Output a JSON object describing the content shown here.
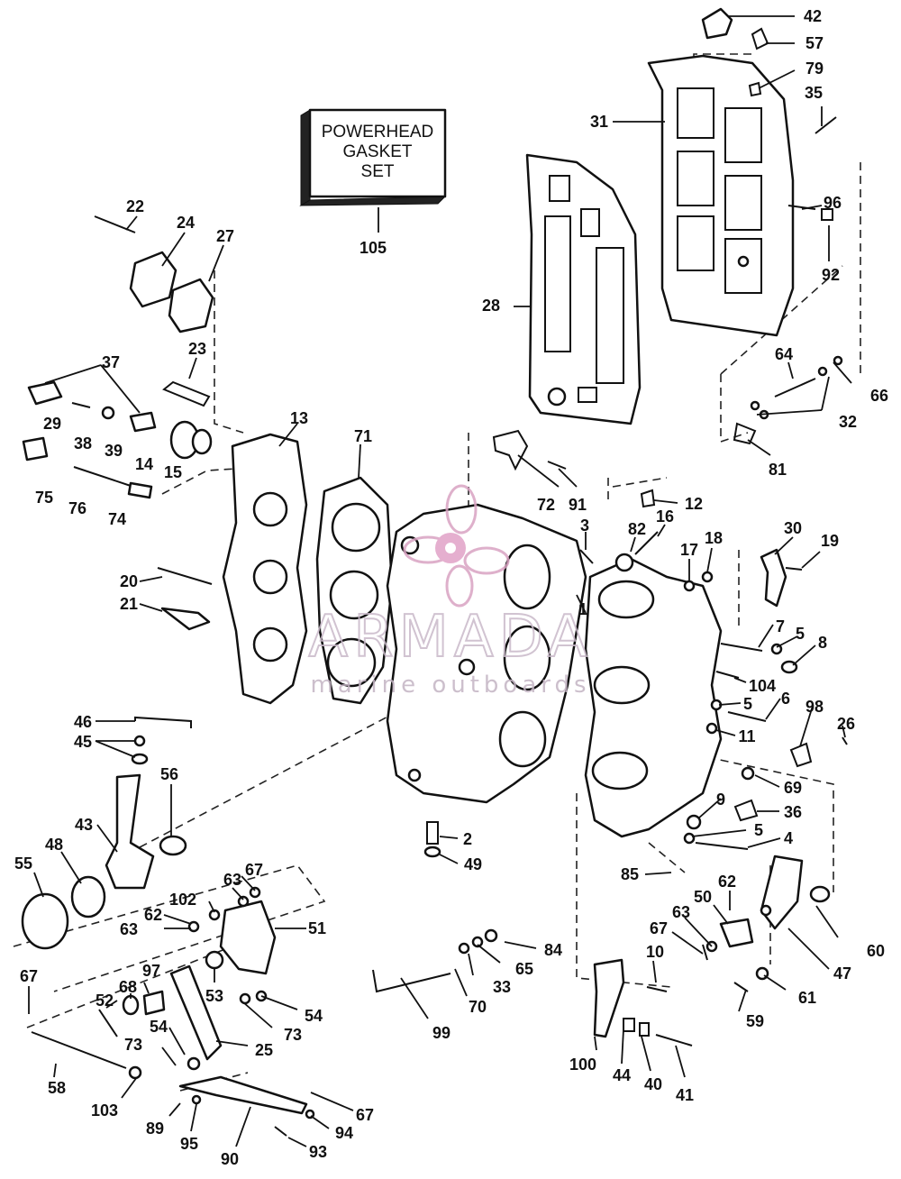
{
  "box": {
    "line1": "POWERHEAD",
    "line2": "GASKET",
    "line3": "SET"
  },
  "watermark": {
    "brand": "ARMADA",
    "tagline": "marine outboards",
    "color": "#d9a3c2"
  },
  "callouts": [
    {
      "id": "c1",
      "label": "1"
    },
    {
      "id": "c2",
      "label": "2"
    },
    {
      "id": "c3",
      "label": "3"
    },
    {
      "id": "c4",
      "label": "4"
    },
    {
      "id": "c5a",
      "label": "5"
    },
    {
      "id": "c5b",
      "label": "5"
    },
    {
      "id": "c5c",
      "label": "5"
    },
    {
      "id": "c6",
      "label": "6"
    },
    {
      "id": "c7",
      "label": "7"
    },
    {
      "id": "c8",
      "label": "8"
    },
    {
      "id": "c9",
      "label": "9"
    },
    {
      "id": "c10",
      "label": "10"
    },
    {
      "id": "c11",
      "label": "11"
    },
    {
      "id": "c12",
      "label": "12"
    },
    {
      "id": "c13",
      "label": "13"
    },
    {
      "id": "c14",
      "label": "14"
    },
    {
      "id": "c15",
      "label": "15"
    },
    {
      "id": "c16",
      "label": "16"
    },
    {
      "id": "c17",
      "label": "17"
    },
    {
      "id": "c18",
      "label": "18"
    },
    {
      "id": "c19",
      "label": "19"
    },
    {
      "id": "c20",
      "label": "20"
    },
    {
      "id": "c21",
      "label": "21"
    },
    {
      "id": "c22",
      "label": "22"
    },
    {
      "id": "c23",
      "label": "23"
    },
    {
      "id": "c24",
      "label": "24"
    },
    {
      "id": "c25",
      "label": "25"
    },
    {
      "id": "c26",
      "label": "26"
    },
    {
      "id": "c27",
      "label": "27"
    },
    {
      "id": "c28",
      "label": "28"
    },
    {
      "id": "c29",
      "label": "29"
    },
    {
      "id": "c30",
      "label": "30"
    },
    {
      "id": "c31",
      "label": "31"
    },
    {
      "id": "c32",
      "label": "32"
    },
    {
      "id": "c33",
      "label": "33"
    },
    {
      "id": "c35",
      "label": "35"
    },
    {
      "id": "c36",
      "label": "36"
    },
    {
      "id": "c37",
      "label": "37"
    },
    {
      "id": "c38",
      "label": "38"
    },
    {
      "id": "c39",
      "label": "39"
    },
    {
      "id": "c40",
      "label": "40"
    },
    {
      "id": "c41",
      "label": "41"
    },
    {
      "id": "c42",
      "label": "42"
    },
    {
      "id": "c43",
      "label": "43"
    },
    {
      "id": "c44",
      "label": "44"
    },
    {
      "id": "c45",
      "label": "45"
    },
    {
      "id": "c46",
      "label": "46"
    },
    {
      "id": "c47",
      "label": "47"
    },
    {
      "id": "c48",
      "label": "48"
    },
    {
      "id": "c49",
      "label": "49"
    },
    {
      "id": "c50",
      "label": "50"
    },
    {
      "id": "c51",
      "label": "51"
    },
    {
      "id": "c52",
      "label": "52"
    },
    {
      "id": "c53",
      "label": "53"
    },
    {
      "id": "c54a",
      "label": "54"
    },
    {
      "id": "c54b",
      "label": "54"
    },
    {
      "id": "c55",
      "label": "55"
    },
    {
      "id": "c56",
      "label": "56"
    },
    {
      "id": "c57",
      "label": "57"
    },
    {
      "id": "c58",
      "label": "58"
    },
    {
      "id": "c59",
      "label": "59"
    },
    {
      "id": "c60",
      "label": "60"
    },
    {
      "id": "c61",
      "label": "61"
    },
    {
      "id": "c62a",
      "label": "62"
    },
    {
      "id": "c62b",
      "label": "62"
    },
    {
      "id": "c63a",
      "label": "63"
    },
    {
      "id": "c63b",
      "label": "63"
    },
    {
      "id": "c63c",
      "label": "63"
    },
    {
      "id": "c64",
      "label": "64"
    },
    {
      "id": "c65",
      "label": "65"
    },
    {
      "id": "c66",
      "label": "66"
    },
    {
      "id": "c67a",
      "label": "67"
    },
    {
      "id": "c67b",
      "label": "67"
    },
    {
      "id": "c67c",
      "label": "67"
    },
    {
      "id": "c67d",
      "label": "67"
    },
    {
      "id": "c68",
      "label": "68"
    },
    {
      "id": "c69",
      "label": "69"
    },
    {
      "id": "c70",
      "label": "70"
    },
    {
      "id": "c71",
      "label": "71"
    },
    {
      "id": "c72",
      "label": "72"
    },
    {
      "id": "c73a",
      "label": "73"
    },
    {
      "id": "c73b",
      "label": "73"
    },
    {
      "id": "c74",
      "label": "74"
    },
    {
      "id": "c75",
      "label": "75"
    },
    {
      "id": "c76",
      "label": "76"
    },
    {
      "id": "c79",
      "label": "79"
    },
    {
      "id": "c81",
      "label": "81"
    },
    {
      "id": "c82",
      "label": "82"
    },
    {
      "id": "c84",
      "label": "84"
    },
    {
      "id": "c85",
      "label": "85"
    },
    {
      "id": "c89",
      "label": "89"
    },
    {
      "id": "c90",
      "label": "90"
    },
    {
      "id": "c91",
      "label": "91"
    },
    {
      "id": "c92",
      "label": "92"
    },
    {
      "id": "c93",
      "label": "93"
    },
    {
      "id": "c94",
      "label": "94"
    },
    {
      "id": "c95",
      "label": "95"
    },
    {
      "id": "c96",
      "label": "96"
    },
    {
      "id": "c97",
      "label": "97"
    },
    {
      "id": "c98",
      "label": "98"
    },
    {
      "id": "c99",
      "label": "99"
    },
    {
      "id": "c100",
      "label": "100"
    },
    {
      "id": "c102",
      "label": "102"
    },
    {
      "id": "c103",
      "label": "103"
    },
    {
      "id": "c104",
      "label": "104"
    },
    {
      "id": "c105",
      "label": "105"
    }
  ]
}
